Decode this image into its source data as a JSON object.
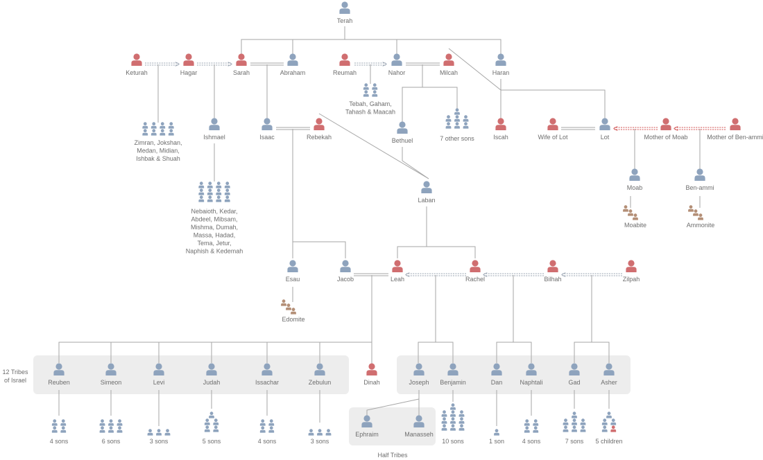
{
  "colors": {
    "male": "#8ea3bd",
    "female": "#d06e70",
    "nation": "#b48f77",
    "line": "#a6a6a6",
    "concubine_line": "#9aa4b2",
    "moab_line": "#d05050",
    "group_bg": "#ededed",
    "text": "#6d6d6d"
  },
  "icons": {
    "person": "person-icon",
    "group": "group-icon",
    "nation": "nation-icon"
  },
  "people": {
    "terah": "Terah",
    "keturah": "Keturah",
    "hagar": "Hagar",
    "sarah": "Sarah",
    "abraham": "Abraham",
    "reumah": "Reumah",
    "nahor": "Nahor",
    "milcah": "Milcah",
    "haran": "Haran",
    "ishmael": "Ishmael",
    "isaac": "Isaac",
    "rebekah": "Rebekah",
    "bethuel": "Bethuel",
    "iscah": "Iscah",
    "wife_of_lot": "Wife of Lot",
    "lot": "Lot",
    "mother_of_moab": "Mother of Moab",
    "mother_of_ben_ammi": "Mother of Ben-ammi",
    "laban": "Laban",
    "moab": "Moab",
    "ben_ammi": "Ben-ammi",
    "esau": "Esau",
    "jacob": "Jacob",
    "leah": "Leah",
    "rachel": "Rachel",
    "bilhah": "Bilhah",
    "zilpah": "Zilpah",
    "reuben": "Reuben",
    "simeon": "Simeon",
    "levi": "Levi",
    "judah": "Judah",
    "issachar": "Issachar",
    "zebulun": "Zebulun",
    "dinah": "Dinah",
    "joseph": "Joseph",
    "benjamin": "Benjamin",
    "dan": "Dan",
    "naphtali": "Naphtali",
    "gad": "Gad",
    "asher": "Asher",
    "ephraim": "Ephraim",
    "manasseh": "Manasseh"
  },
  "groups": {
    "keturah_sons": [
      "Zimran, Jokshan,",
      "Medan, Midian,",
      "Ishbak & Shuah"
    ],
    "reumah_sons": [
      "Tebah, Gaham,",
      "Tahash & Maacah"
    ],
    "nahor_other_sons": [
      "7 other sons"
    ],
    "ishmael_sons": [
      "Nebaioth, Kedar,",
      "Abdeel, Mibsam,",
      "Mishma, Dumah,",
      "Massa, Hadad,",
      "Tema, Jetur,",
      "Naphish & Kedemah"
    ],
    "reuben_sons": [
      "4 sons"
    ],
    "simeon_sons": [
      "6 sons"
    ],
    "levi_sons": [
      "3 sons"
    ],
    "judah_sons": [
      "5 sons"
    ],
    "issachar_sons": [
      "4 sons"
    ],
    "zebulun_sons": [
      "3 sons"
    ],
    "benjamin_sons": [
      "10 sons"
    ],
    "dan_sons": [
      "1 son"
    ],
    "naphtali_sons": [
      "4 sons"
    ],
    "gad_sons": [
      "7 sons"
    ],
    "asher_children": [
      "5 children"
    ]
  },
  "nations": {
    "moabite": "Moabite",
    "ammonite": "Ammonite",
    "edomite": "Edomite"
  },
  "section_labels": {
    "tribes": [
      "12 Tribes",
      "of Israel"
    ],
    "half_tribes": "Half Tribes"
  }
}
